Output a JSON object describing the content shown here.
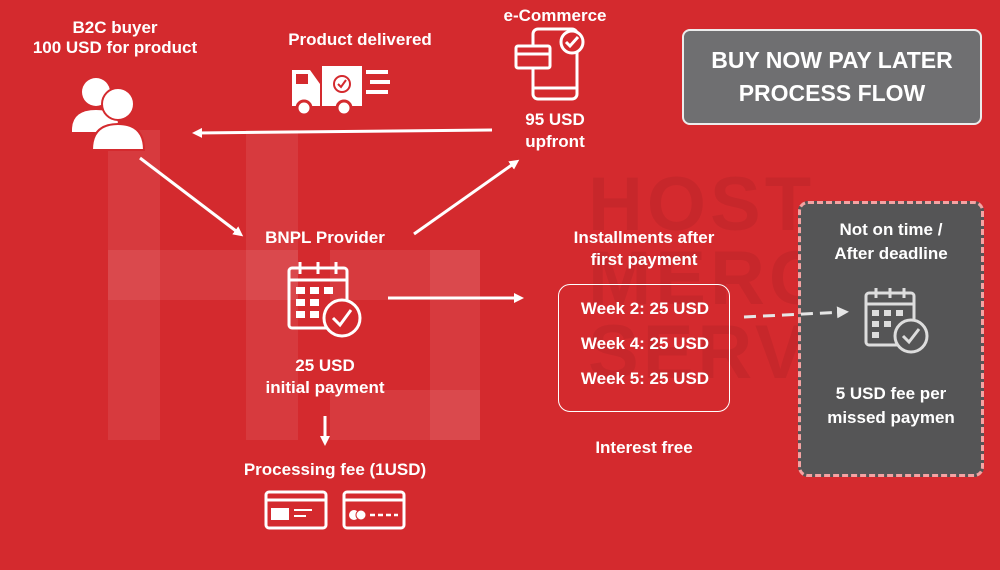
{
  "title": "BUY NOW PAY LATER\nPROCESS FLOW",
  "buyer": {
    "line1": "B2C buyer",
    "line2": "100 USD for product"
  },
  "delivered": "Product delivered",
  "ecommerce": {
    "label": "e-Commerce",
    "amount": "95 USD",
    "upfront": "upfront"
  },
  "provider": {
    "label": "BNPL Provider",
    "amount": "25 USD",
    "payment": "initial payment"
  },
  "processing_fee": "Processing fee (1USD)",
  "installments": {
    "heading1": "Installments after",
    "heading2": "first payment",
    "weeks": [
      "Week 2: 25 USD",
      "Week 4:  25 USD",
      "Week 5: 25 USD"
    ],
    "note": "Interest free"
  },
  "late": {
    "line1": "Not on time /",
    "line2": "After deadline",
    "fee1": "5 USD fee per",
    "fee2": "missed paymen"
  },
  "watermark": {
    "letters": "HS",
    "words": [
      "HOST",
      "MERCH",
      "SERVI"
    ]
  },
  "colors": {
    "background": "#d42a2e",
    "title_box": "#6f6f71",
    "late_box": "#555556",
    "late_border": "#f4a3a3"
  }
}
